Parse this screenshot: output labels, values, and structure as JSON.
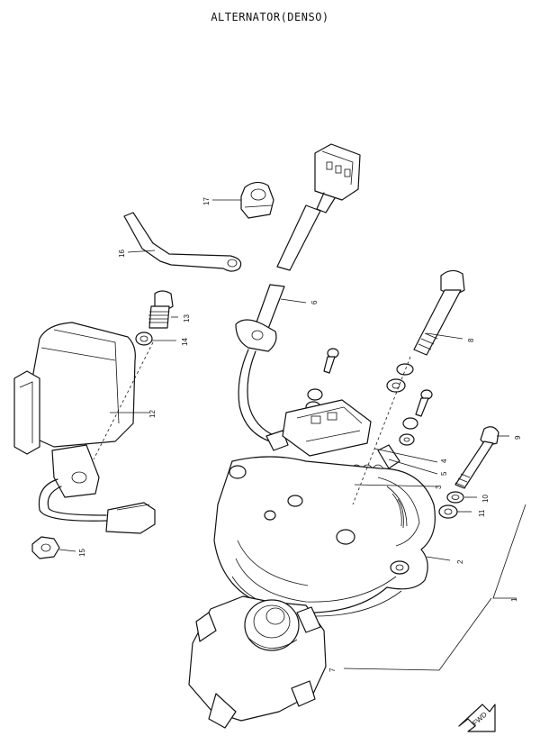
{
  "title": "ALTERNATOR(DENSO)",
  "callouts": {
    "c1": "1",
    "c2": "2",
    "c3": "3",
    "c4": "4",
    "c5": "5",
    "c6": "6",
    "c7": "7",
    "c8": "8",
    "c9": "9",
    "c10": "10",
    "c11": "11",
    "c12": "12",
    "c13": "13",
    "c14": "14",
    "c15": "15",
    "c16": "16",
    "c17": "17"
  },
  "fwd_label": "FWD"
}
